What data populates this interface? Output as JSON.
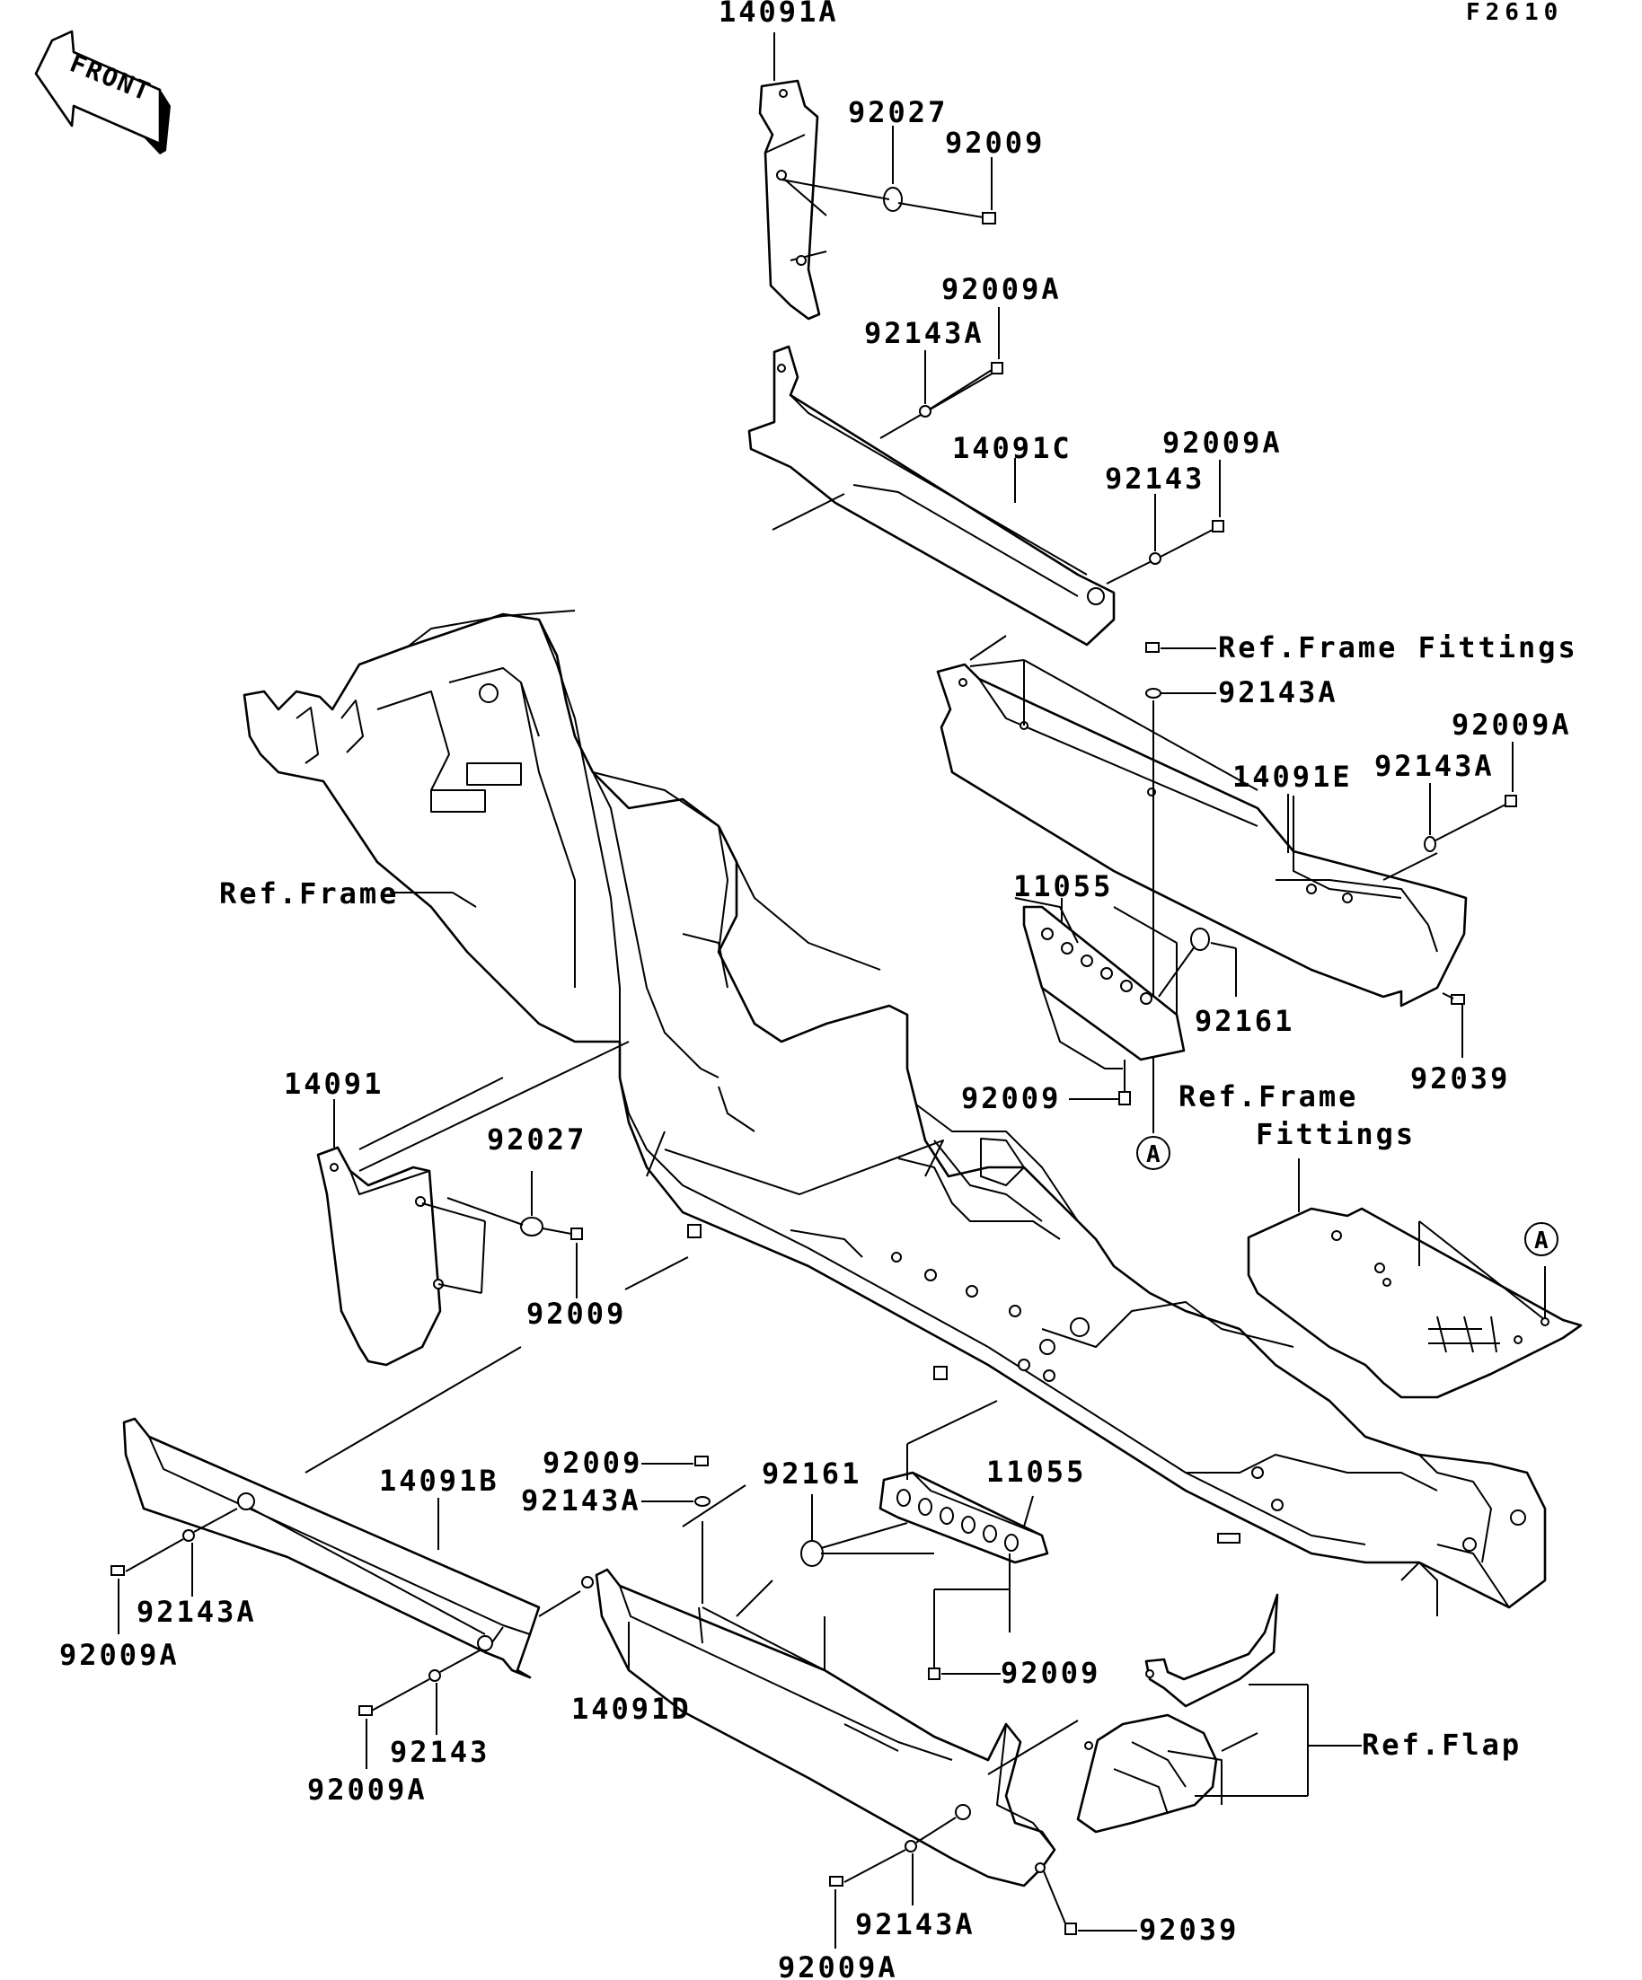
{
  "figure_code": "F2610",
  "front_arrow": "FRONT",
  "labels": {
    "p14091A": "14091A",
    "p92027_top": "92027",
    "p92009_top": "92009",
    "p92009A_1": "92009A",
    "p92143A_1": "92143A",
    "p14091C": "14091C",
    "p92009A_2": "92009A",
    "p92143_1": "92143",
    "ref_frame_fittings_1": "Ref.Frame Fittings",
    "p92143A_2": "92143A",
    "p92009A_3": "92009A",
    "p92143A_3": "92143A",
    "p14091E": "14091E",
    "ref_frame": "Ref.Frame",
    "p11055_1": "11055",
    "p92161_1": "92161",
    "p92039_1": "92039",
    "p14091": "14091",
    "p92009_mid": "92009",
    "ref_frame_fittings_2a": "Ref.Frame",
    "ref_frame_fittings_2b": "Fittings",
    "p92027_mid": "92027",
    "p92009_left": "92009",
    "p92009_low": "92009",
    "p92161_2": "92161",
    "p11055_2": "11055",
    "p92143A_4": "92143A",
    "p14091B": "14091B",
    "p92143A_5": "92143A",
    "p92009A_4": "92009A",
    "p92009_bot": "92009",
    "p92143_2": "92143",
    "p92009A_5": "92009A",
    "p14091D": "14091D",
    "ref_flap": "Ref.Flap",
    "p92143A_6": "92143A",
    "p92039_2": "92039",
    "p92009A_6": "92009A"
  },
  "callouts": {
    "a1": "A",
    "a2": "A"
  }
}
